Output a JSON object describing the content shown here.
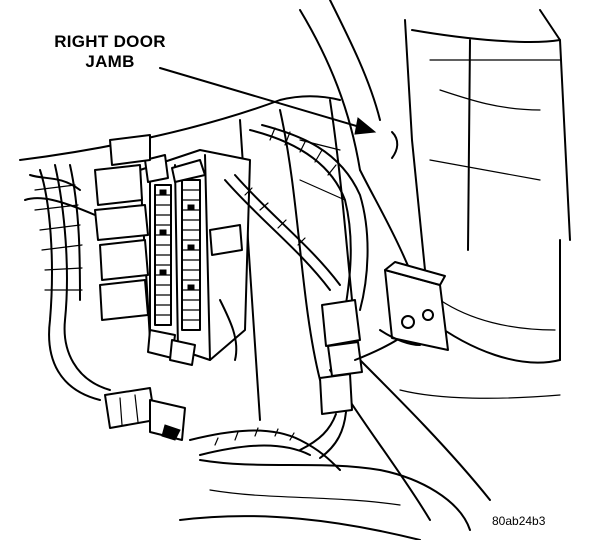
{
  "callout": {
    "line1": "RIGHT DOOR",
    "line2": "JAMB"
  },
  "figure_code": "80ab24b3",
  "colors": {
    "ink": "#000000",
    "paper": "#ffffff"
  }
}
